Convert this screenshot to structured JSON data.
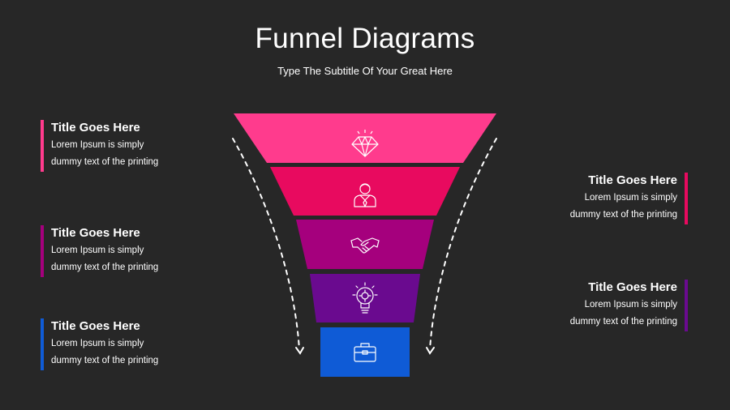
{
  "header": {
    "title": "Funnel Diagrams",
    "subtitle": "Type The Subtitle Of Your Great Here"
  },
  "funnel": {
    "stages": [
      {
        "icon": "diamond-icon",
        "color": "#FF3B8D"
      },
      {
        "icon": "businessman-icon",
        "color": "#E80A5F"
      },
      {
        "icon": "handshake-icon",
        "color": "#A5007D"
      },
      {
        "icon": "lightbulb-gear-icon",
        "color": "#6A0A8F"
      },
      {
        "icon": "briefcase-icon",
        "color": "#0F5BD6"
      }
    ],
    "arrow_icon": "dashed-arrow-down-icon"
  },
  "callouts": [
    {
      "title": "Title Goes Here",
      "line1": "Lorem Ipsum is simply",
      "line2": "dummy text of the printing",
      "accent": "#FF3B8D"
    },
    {
      "title": "Title Goes Here",
      "line1": "Lorem Ipsum is simply",
      "line2": "dummy text of the printing",
      "accent": "#E80A5F"
    },
    {
      "title": "Title Goes Here",
      "line1": "Lorem Ipsum is simply",
      "line2": "dummy text of the printing",
      "accent": "#A5007D"
    },
    {
      "title": "Title Goes Here",
      "line1": "Lorem Ipsum is simply",
      "line2": "dummy text of the printing",
      "accent": "#6A0A8F"
    },
    {
      "title": "Title Goes Here",
      "line1": "Lorem Ipsum is simply",
      "line2": "dummy text of the printing",
      "accent": "#0F5BD6"
    }
  ]
}
